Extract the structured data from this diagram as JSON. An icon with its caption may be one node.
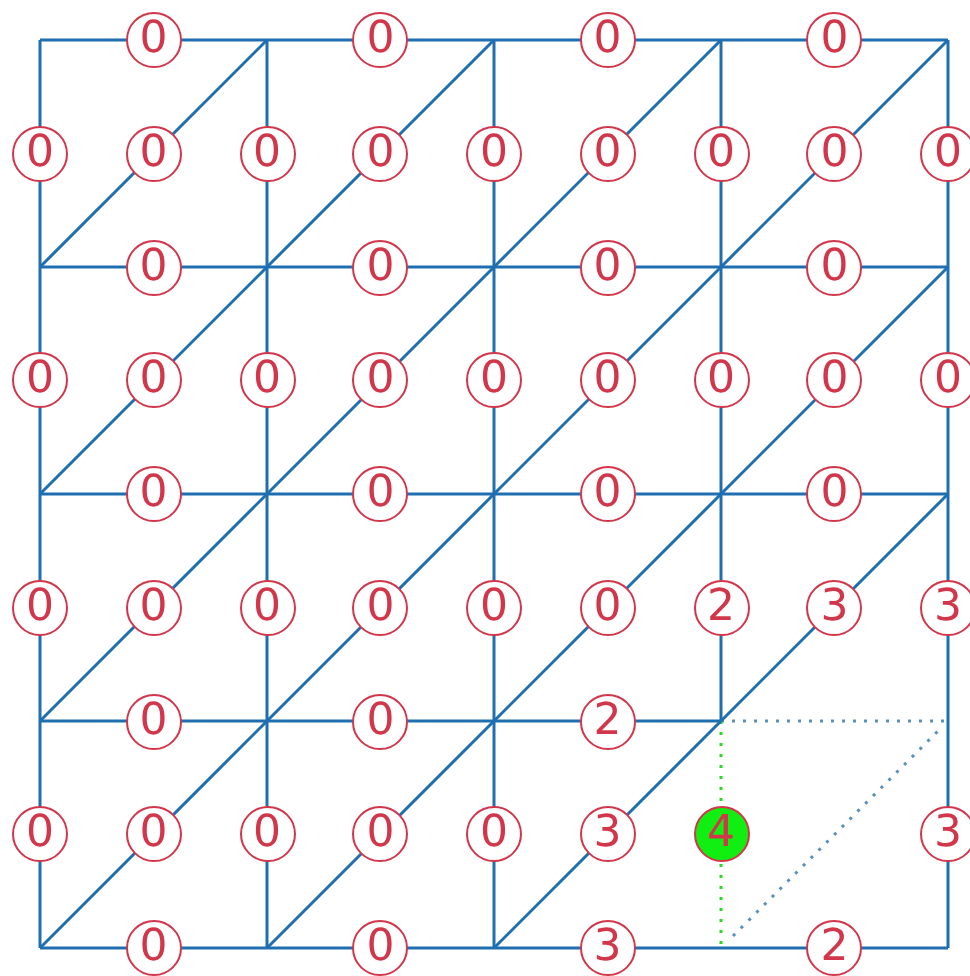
{
  "diagram": {
    "nodes": [
      {
        "text": [
          "0"
        ]
      },
      {
        "text": [
          "0"
        ]
      },
      {
        "text": [
          "0"
        ]
      },
      {
        "text": [
          "0"
        ]
      },
      {
        "text": [
          "0"
        ]
      },
      {
        "text": [
          "0"
        ]
      },
      {
        "text": [
          "0"
        ]
      },
      {
        "text": [
          "0"
        ]
      },
      {
        "text": [
          "0"
        ]
      },
      {
        "text": [
          "0"
        ]
      },
      {
        "text": [
          "0"
        ]
      },
      {
        "text": [
          "0"
        ]
      },
      {
        "text": [
          "0"
        ]
      },
      {
        "text": [
          "0"
        ]
      },
      {
        "text": [
          "0"
        ]
      },
      {
        "text": [
          "0"
        ]
      },
      {
        "text": [
          "0"
        ]
      },
      {
        "text": [
          "0"
        ]
      },
      {
        "text": [
          "0"
        ]
      },
      {
        "text": [
          "0"
        ]
      },
      {
        "text": [
          "0"
        ]
      },
      {
        "text": [
          "0"
        ]
      },
      {
        "text": [
          "0"
        ]
      },
      {
        "text": [
          "0"
        ]
      },
      {
        "text": [
          "0"
        ]
      },
      {
        "text": [
          "0"
        ]
      },
      {
        "text": [
          "0"
        ]
      },
      {
        "text": [
          "0"
        ]
      },
      {
        "text": [
          "0"
        ]
      },
      {
        "text": [
          "0"
        ]
      },
      {
        "text": [
          "0"
        ]
      },
      {
        "text": [
          "0"
        ]
      },
      {
        "text": [
          "0"
        ]
      },
      {
        "text": [
          "0"
        ]
      },
      {
        "text": [
          "0"
        ]
      },
      {
        "text": [
          "0"
        ]
      },
      {
        "text": [
          "2"
        ]
      },
      {
        "text": [
          "3"
        ]
      },
      {
        "text": [
          "3"
        ]
      },
      {
        "text": [
          "0"
        ]
      },
      {
        "text": [
          "0"
        ]
      },
      {
        "text": [
          "2"
        ]
      },
      {
        "text": [
          "0"
        ]
      },
      {
        "text": [
          "0"
        ]
      },
      {
        "text": [
          "0"
        ]
      },
      {
        "text": [
          "0"
        ]
      },
      {
        "text": [
          "0"
        ]
      },
      {
        "text": [
          "3"
        ]
      },
      {
        "text": [
          "4"
        ]
      },
      {
        "text": [
          "3"
        ]
      },
      {
        "text": [
          "0"
        ]
      },
      {
        "text": [
          "0"
        ]
      },
      {
        "text": [
          "3"
        ]
      },
      {
        "text": [
          "2"
        ]
      }
    ]
  }
}
